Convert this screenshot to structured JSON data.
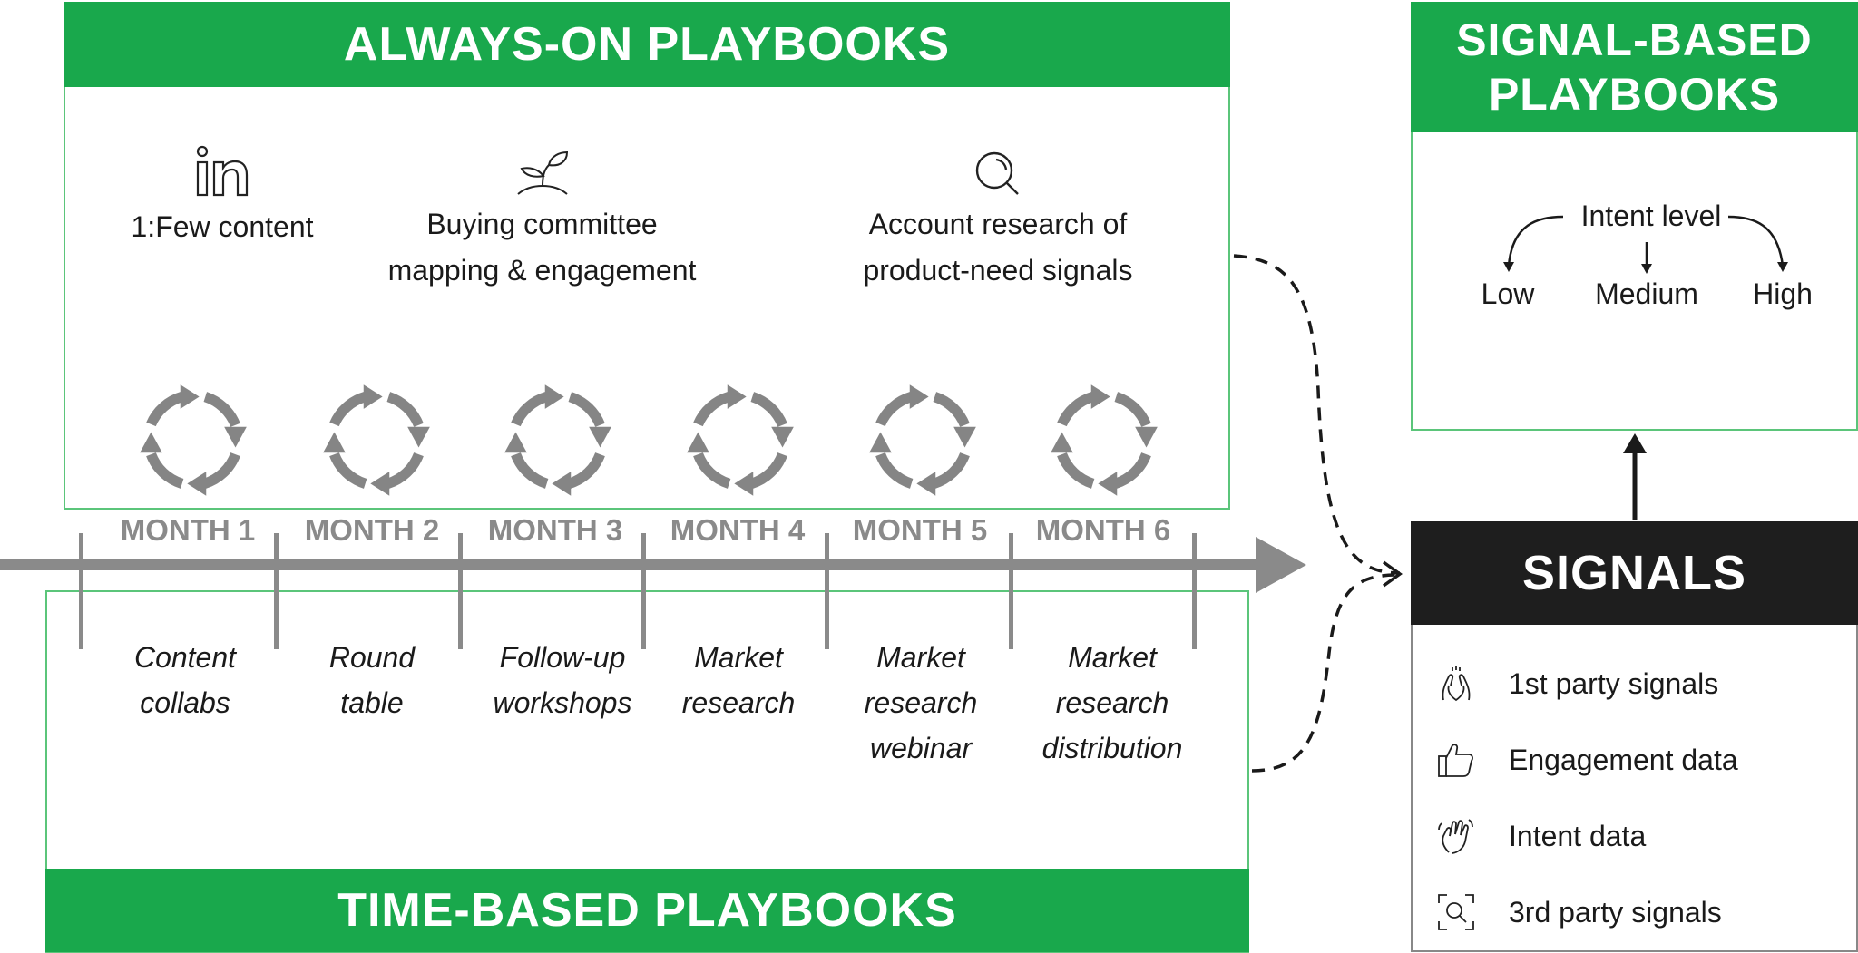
{
  "always_on": {
    "title": "ALWAYS-ON PLAYBOOKS",
    "items": [
      {
        "icon": "linkedin-icon",
        "label": "1:Few content"
      },
      {
        "icon": "sprout-icon",
        "label": "Buying committee\nmapping & engagement"
      },
      {
        "icon": "magnifier-icon",
        "label": "Account research of\nproduct-need signals"
      }
    ]
  },
  "timeline": {
    "months": [
      "MONTH 1",
      "MONTH 2",
      "MONTH 3",
      "MONTH 4",
      "MONTH 5",
      "MONTH 6"
    ],
    "activities": [
      "Content\ncollabs",
      "Round\ntable",
      "Follow-up\nworkshops",
      "Market\nresearch",
      "Market\nresearch\nwebinar",
      "Market\nresearch\ndistribution"
    ]
  },
  "time_based": {
    "title": "TIME-BASED PLAYBOOKS"
  },
  "signal_based": {
    "title_line1": "SIGNAL-BASED",
    "title_line2": "PLAYBOOKS",
    "intent_label": "Intent level",
    "intent_levels": [
      "Low",
      "Medium",
      "High"
    ]
  },
  "signals": {
    "title": "SIGNALS",
    "items": [
      {
        "icon": "clapping-hands-icon",
        "label": "1st party signals"
      },
      {
        "icon": "thumbs-up-icon",
        "label": "Engagement data"
      },
      {
        "icon": "waving-hand-icon",
        "label": "Intent data"
      },
      {
        "icon": "scan-search-icon",
        "label": "3rd party signals"
      }
    ]
  },
  "colors": {
    "brand_green": "#19a84c",
    "panel_border": "#5bc57a",
    "timeline_gray": "#8a8a8a",
    "signals_header": "#1e1e1e"
  }
}
